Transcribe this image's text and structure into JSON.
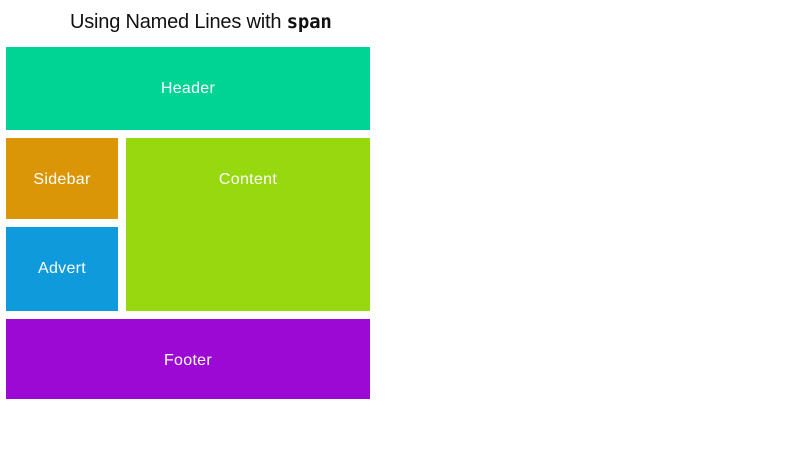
{
  "title": {
    "prefix": "Using Named Lines with ",
    "code": "span"
  },
  "grid": {
    "areas": [
      {
        "id": "header",
        "label": "Header",
        "color": "#00d494"
      },
      {
        "id": "sidebar",
        "label": "Sidebar",
        "color": "#db9608"
      },
      {
        "id": "content",
        "label": "Content",
        "color": "#97d80e"
      },
      {
        "id": "advert",
        "label": "Advert",
        "color": "#0f9bdb"
      },
      {
        "id": "footer",
        "label": "Footer",
        "color": "#9c09d5"
      }
    ]
  },
  "styles": {
    "title_color": "#111111",
    "label_text_color": "#ffffff",
    "background_color": "#ffffff"
  }
}
